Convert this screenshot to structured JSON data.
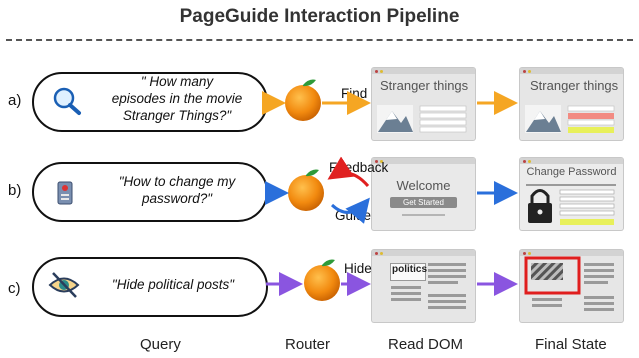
{
  "title": "PageGuide Interaction Pipeline",
  "rows": [
    {
      "label": "a)",
      "query": [
        "\" How many",
        "episodes in the movie",
        "Stranger Things?\""
      ],
      "icon": "magnifier-icon",
      "edge_labels": [
        "Find"
      ],
      "read_dom_title": "Stranger things",
      "final_title": "Stranger things",
      "edge_color": "#f5a623"
    },
    {
      "label": "b)",
      "query": [
        "\"How to change my",
        "password?\""
      ],
      "icon": "user-badge-icon",
      "edge_labels": [
        "Feedback",
        "Guide"
      ],
      "read_dom_title": "Welcome",
      "read_dom_button": "Get Started",
      "final_title": "Change Password",
      "edge_color": "#2a6fdb"
    },
    {
      "label": "c)",
      "query": [
        "\"Hide political posts\""
      ],
      "icon": "hidden-eye-icon",
      "edge_labels": [
        "Hide"
      ],
      "read_dom_title": "politics",
      "edge_color": "#8a55e0"
    }
  ],
  "columns": [
    "Query",
    "Router",
    "Read DOM",
    "Final State"
  ],
  "router_icon": "orange-icon",
  "colors": {
    "highlight": "#e01e1e",
    "feedback": "#e02020",
    "guide": "#2a6fdb"
  }
}
